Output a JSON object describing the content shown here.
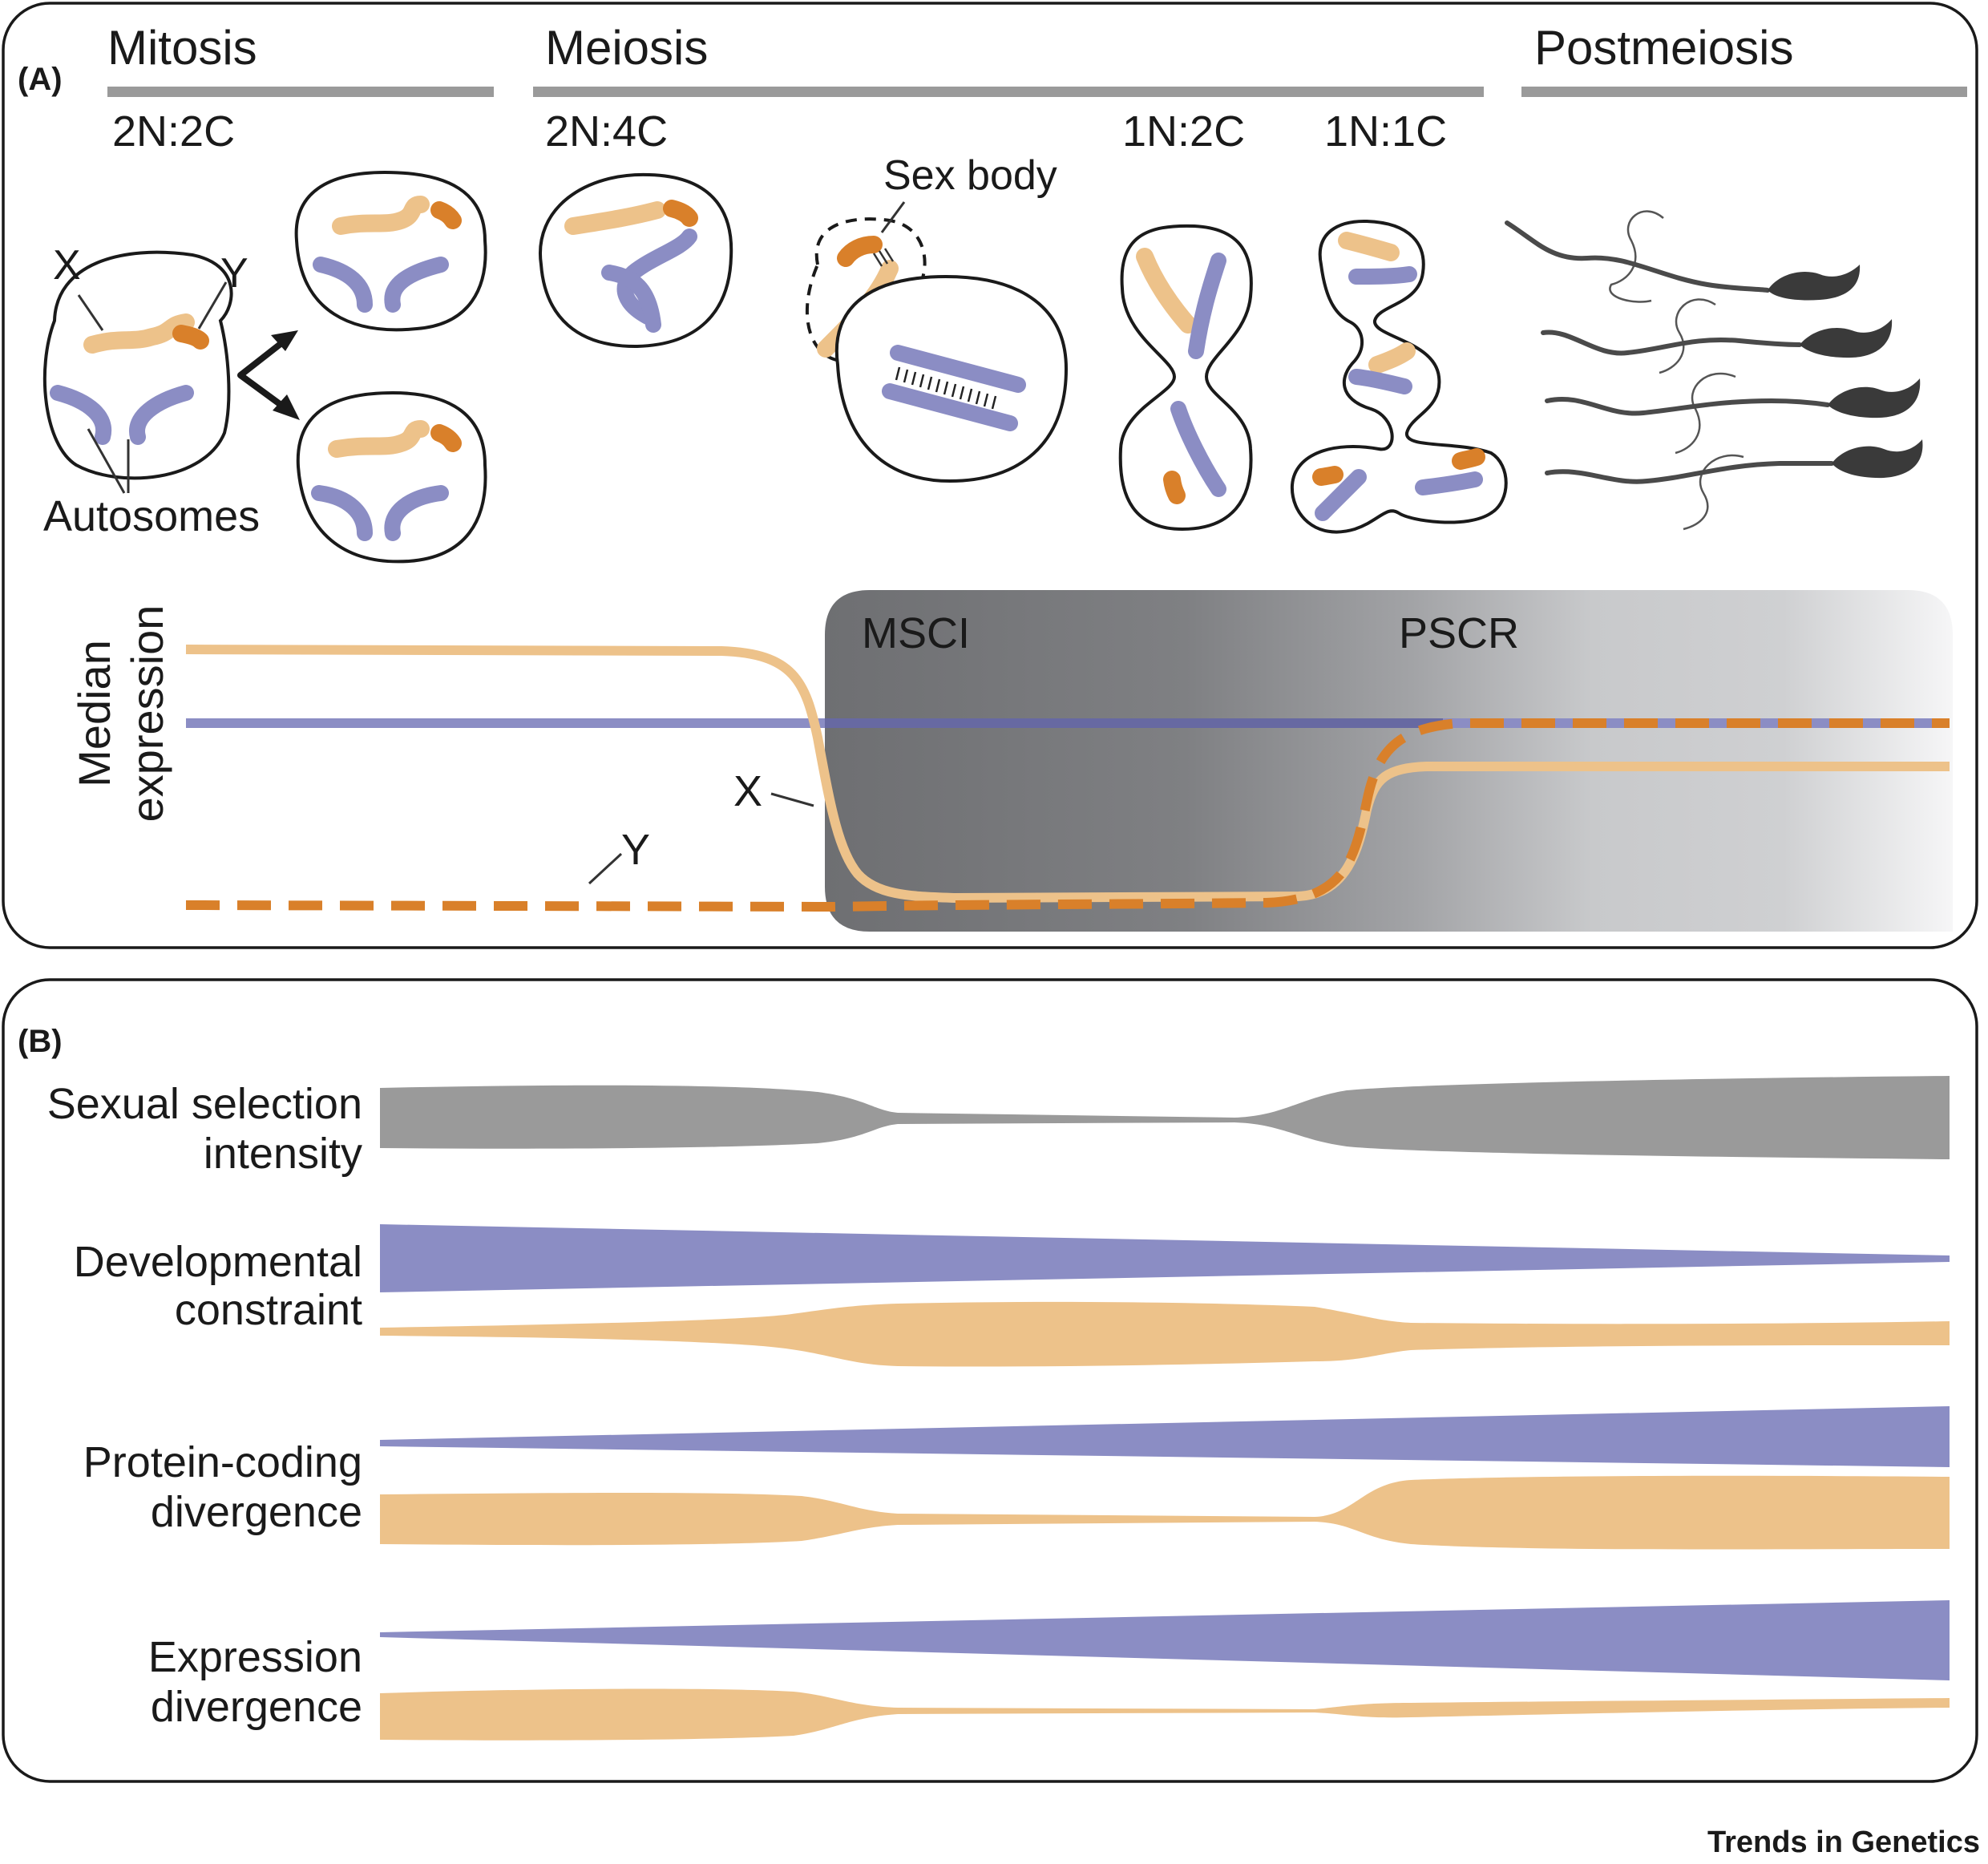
{
  "panel_a": {
    "label": "(A)",
    "stages": {
      "mitosis": "Mitosis",
      "meiosis": "Meiosis",
      "postmeiosis": "Postmeiosis"
    },
    "ploidy": {
      "p1": "2N:2C",
      "p2": "2N:4C",
      "p3": "1N:2C",
      "p4": "1N:1C"
    },
    "labels": {
      "x": "X",
      "y": "Y",
      "autosomes": "Autosomes",
      "sex_body": "Sex body"
    },
    "expression": {
      "ylabel_line1": "Median",
      "ylabel_line2": "expression",
      "msci": "MSCI",
      "pscr": "PSCR",
      "x_label": "X",
      "y_label": "Y"
    }
  },
  "panel_b": {
    "label": "(B)",
    "rows": [
      {
        "line1": "Sexual selection",
        "line2": "intensity"
      },
      {
        "line1": "Developmental",
        "line2": "constraint"
      },
      {
        "line1": "Protein-coding",
        "line2": "divergence"
      },
      {
        "line1": "Expression",
        "line2": "divergence"
      }
    ]
  },
  "footer": {
    "journal": "Trends in Genetics"
  },
  "colors": {
    "x_chromosome": "#edc28a",
    "y_chromosome": "#d9802a",
    "autosome": "#8b8dc4",
    "selection": "#9a9a9a",
    "sperm": "#4a4a4a"
  }
}
